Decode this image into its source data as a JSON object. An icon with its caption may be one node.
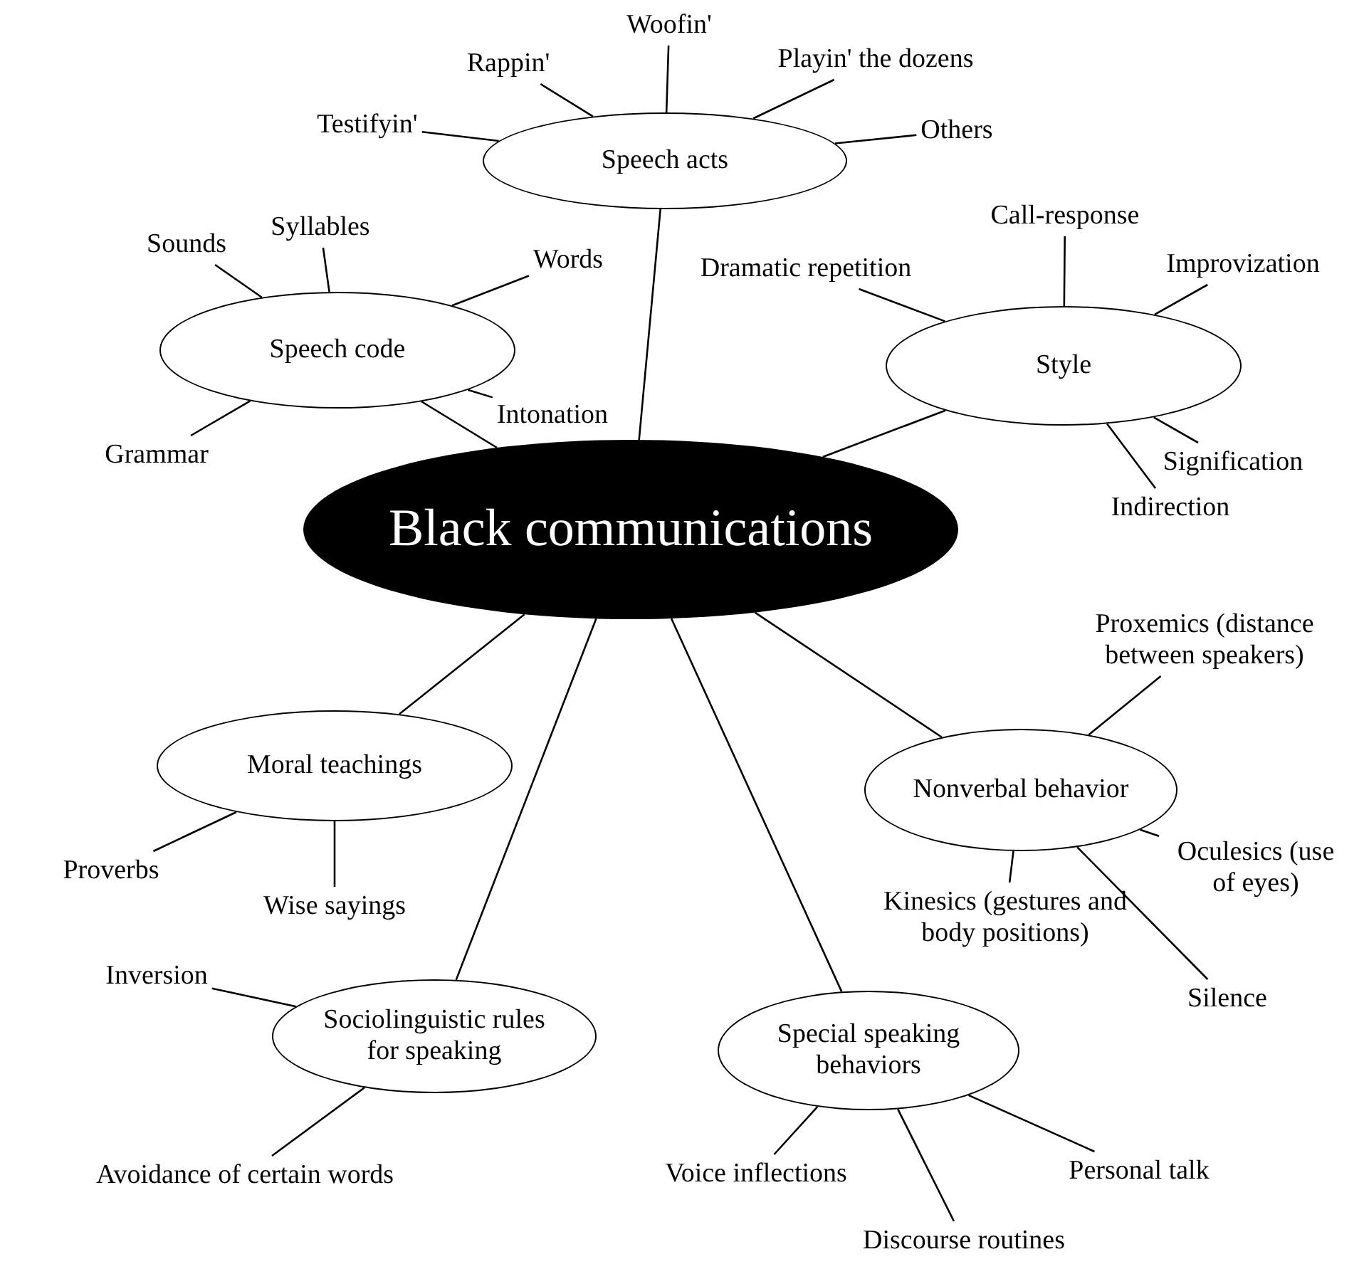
{
  "diagram": {
    "nodes": [
      {
        "text": [
          "Woofin'"
        ]
      },
      {
        "text": [
          "Rappin'"
        ]
      },
      {
        "text": [
          "Playin' the dozens"
        ]
      },
      {
        "text": [
          "Testifyin'"
        ]
      },
      {
        "text": [
          "Others"
        ]
      },
      {
        "text": [
          "Speech acts"
        ]
      },
      {
        "text": [
          "Call-response"
        ]
      },
      {
        "text": [
          "Syllables"
        ]
      },
      {
        "text": [
          "Sounds"
        ]
      },
      {
        "text": [
          "Words"
        ]
      },
      {
        "text": [
          "Dramatic repetition"
        ]
      },
      {
        "text": [
          "Improvization"
        ]
      },
      {
        "text": [
          "Speech code"
        ]
      },
      {
        "text": [
          "Style"
        ]
      },
      {
        "text": [
          "Intonation"
        ]
      },
      {
        "text": [
          "Grammar"
        ]
      },
      {
        "text": [
          "Signification"
        ]
      },
      {
        "text": [
          "Black communications"
        ]
      },
      {
        "text": [
          "Indirection"
        ]
      },
      {
        "text": [
          "Proxemics (distance between speakers)"
        ]
      },
      {
        "text": [
          "Moral teachings"
        ]
      },
      {
        "text": [
          "Nonverbal behavior"
        ]
      },
      {
        "text": [
          "Proverbs"
        ]
      },
      {
        "text": [
          "Wise sayings"
        ]
      },
      {
        "text": [
          "Kinesics (gestures and body positions)"
        ]
      },
      {
        "text": [
          "Oculesics (use of eyes)"
        ]
      },
      {
        "text": [
          "Inversion"
        ]
      },
      {
        "text": [
          "Silence"
        ]
      },
      {
        "text": [
          "Sociolinguistic rules for speaking"
        ]
      },
      {
        "text": [
          "Special speaking behaviors"
        ]
      },
      {
        "text": [
          "Avoidance of certain words"
        ]
      },
      {
        "text": [
          "Voice inflections"
        ]
      },
      {
        "text": [
          "Personal talk"
        ]
      },
      {
        "text": [
          "Discourse routines"
        ]
      }
    ],
    "edges": [
      {
        "from": 17,
        "to": 5,
        "arrow": "none"
      },
      {
        "from": 17,
        "to": 12,
        "arrow": "none"
      },
      {
        "from": 17,
        "to": 13,
        "arrow": "none"
      },
      {
        "from": 17,
        "to": 20,
        "arrow": "none"
      },
      {
        "from": 17,
        "to": 21,
        "arrow": "none"
      },
      {
        "from": 17,
        "to": 28,
        "arrow": "none"
      },
      {
        "from": 17,
        "to": 29,
        "arrow": "none"
      },
      {
        "from": 5,
        "to": 0,
        "arrow": "none"
      },
      {
        "from": 5,
        "to": 1,
        "arrow": "none"
      },
      {
        "from": 5,
        "to": 2,
        "arrow": "none"
      },
      {
        "from": 5,
        "to": 3,
        "arrow": "none"
      },
      {
        "from": 5,
        "to": 4,
        "arrow": "none"
      },
      {
        "from": 12,
        "to": 7,
        "arrow": "none"
      },
      {
        "from": 12,
        "to": 8,
        "arrow": "none"
      },
      {
        "from": 12,
        "to": 9,
        "arrow": "none"
      },
      {
        "from": 12,
        "to": 14,
        "arrow": "none"
      },
      {
        "from": 12,
        "to": 15,
        "arrow": "none"
      },
      {
        "from": 13,
        "to": 6,
        "arrow": "none"
      },
      {
        "from": 13,
        "to": 10,
        "arrow": "none"
      },
      {
        "from": 13,
        "to": 11,
        "arrow": "none"
      },
      {
        "from": 13,
        "to": 16,
        "arrow": "none"
      },
      {
        "from": 13,
        "to": 18,
        "arrow": "none"
      },
      {
        "from": 20,
        "to": 22,
        "arrow": "none"
      },
      {
        "from": 20,
        "to": 23,
        "arrow": "none"
      },
      {
        "from": 21,
        "to": 19,
        "arrow": "none"
      },
      {
        "from": 21,
        "to": 24,
        "arrow": "none"
      },
      {
        "from": 21,
        "to": 25,
        "arrow": "none"
      },
      {
        "from": 21,
        "to": 27,
        "arrow": "none"
      },
      {
        "from": 28,
        "to": 26,
        "arrow": "none"
      },
      {
        "from": 28,
        "to": 30,
        "arrow": "none"
      },
      {
        "from": 29,
        "to": 31,
        "arrow": "none"
      },
      {
        "from": 29,
        "to": 32,
        "arrow": "none"
      },
      {
        "from": 29,
        "to": 33,
        "arrow": "none"
      }
    ]
  }
}
